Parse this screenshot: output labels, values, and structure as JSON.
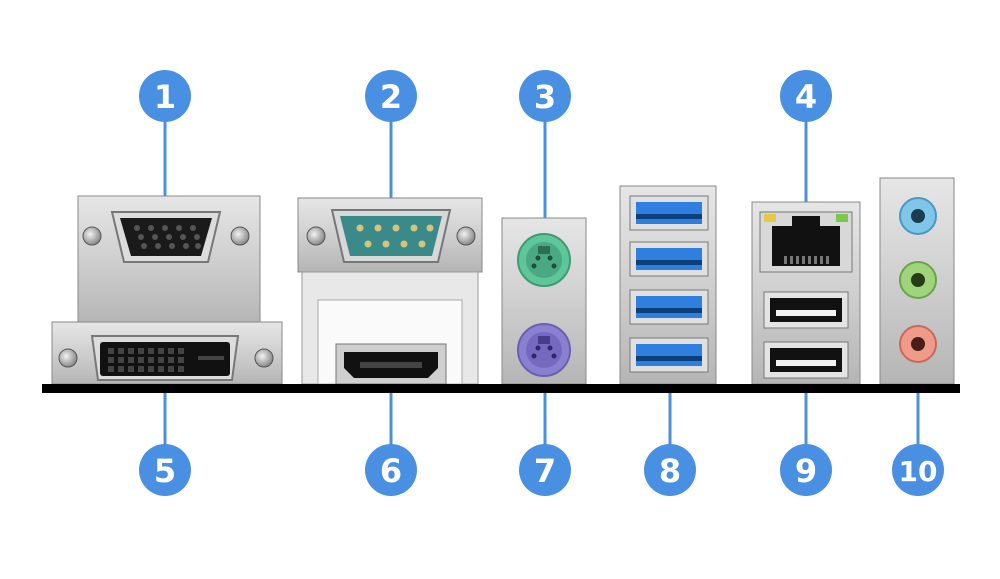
{
  "callouts": [
    {
      "num": "1"
    },
    {
      "num": "2"
    },
    {
      "num": "3"
    },
    {
      "num": "4"
    },
    {
      "num": "5"
    },
    {
      "num": "6"
    },
    {
      "num": "7"
    },
    {
      "num": "8"
    },
    {
      "num": "9"
    },
    {
      "num": "10"
    }
  ],
  "colors": {
    "callout": "#4a90e2",
    "line": "#4a90e2",
    "bar": "#000000",
    "metal": "#c8c8c8",
    "ps2_keyboard": "#8a7fd0",
    "ps2_mouse": "#5ec79a",
    "usb3": "#2f7fe0",
    "serial_teal": "#3a8a8a",
    "audio_blue": "#7fc6e8",
    "audio_green": "#9fd47a",
    "audio_pink": "#f09a8a"
  }
}
